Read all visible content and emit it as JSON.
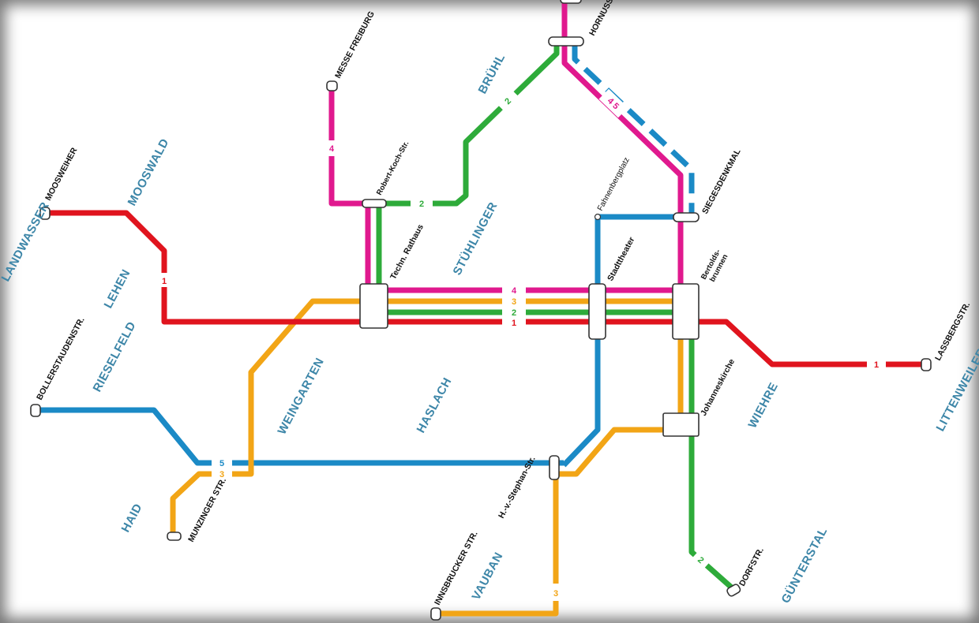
{
  "colors": {
    "line1": "#e0141e",
    "line2": "#2eab3a",
    "line3": "#f2a516",
    "line4": "#e0198e",
    "line5": "#1b8ac6",
    "district_text": "#3d86a8"
  },
  "districts": {
    "landwasser": "LANDWASSER",
    "mooswald": "MOOSWALD",
    "lehen": "LEHEN",
    "bruehl": "BRÜHL",
    "stuehlinger": "STÜHLINGER",
    "rieselfeld": "RIESELFELD",
    "weingarten": "WEINGARTEN",
    "haslach": "HASLACH",
    "wiehre": "WIEHRE",
    "littenweiler": "LITTENWEILER",
    "haid": "HAID",
    "vauban": "VAUBAN",
    "guentersthal": "GÜNTERSTAL"
  },
  "stops": {
    "moosweiher": "MOOSWEIHER",
    "messe_freiburg": "MESSE FREIBURG",
    "hornusstr": "HORNUSSTR.",
    "robert_koch": "Robert-Koch-Str.",
    "fahnenbergplatz": "Fahnenbergplatz",
    "siegesdenkmal": "SIEGESDENKMAL",
    "techn_rathaus": "Techn. Rathaus",
    "stadttheater": "Stadttheater",
    "bertoldsbrunnen_1": "Bertolds-",
    "bertoldsbrunnen_2": "brunnen",
    "lassbergstr": "LASSBERGSTR.",
    "bollerstaudenstr": "BOLLERSTAUDENSTR.",
    "johanneskirche": "Johanneskirche",
    "h_v_stephan": "H.-v.-Stephan-Str.",
    "munzinger": "MUNZINGER STR.",
    "innsbrucker": "INNSBRUCKER STR.",
    "dorfstr": "DORFSTR."
  },
  "line_numbers": {
    "one": "1",
    "two": "2",
    "three": "3",
    "four": "4",
    "five": "5",
    "four_five": "4 5"
  }
}
